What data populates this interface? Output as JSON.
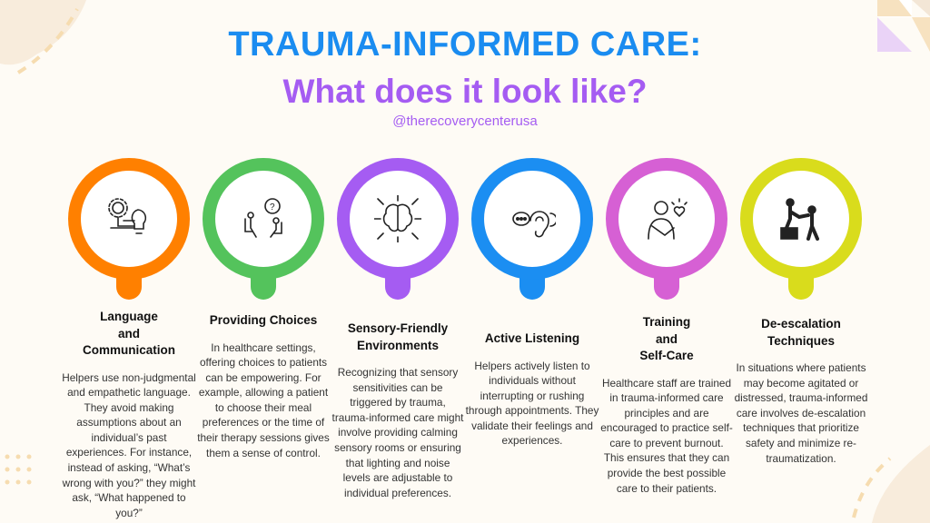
{
  "header": {
    "title_line1": "TRAUMA-INFORMED CARE:",
    "title_line2": "What does it look like?",
    "handle": "@therecoverycenterusa"
  },
  "colors": {
    "blue": "#1a8cf0",
    "purple": "#a55cf2",
    "background": "#fefbf5"
  },
  "items": [
    {
      "icon": "gear-lightbulb-circuit-icon",
      "color": "#ff8000",
      "heading": [
        "Language",
        "and",
        "Communication"
      ],
      "body": "Helpers use non-judgmental and empathetic language. They avoid making assumptions about an individual’s past experiences. For instance, instead of asking, “What’s wrong with you?” they might ask, “What happened to you?”"
    },
    {
      "icon": "two-people-conversation-icon",
      "color": "#54c35c",
      "heading": [
        "Providing Choices"
      ],
      "body": "In healthcare settings, offering choices to patients can be empowering. For example, allowing a patient to choose their meal preferences or the time of their therapy sessions gives them a sense of control."
    },
    {
      "icon": "brain-arrows-icon",
      "color": "#a55cf2",
      "heading": [
        "Sensory-Friendly",
        "Environments"
      ],
      "body": "Recognizing that sensory sensitivities can be triggered by trauma, trauma-informed care might involve providing calming sensory rooms or ensuring that lighting and noise levels are adjustable to individual preferences."
    },
    {
      "icon": "ear-speech-icon",
      "color": "#1b8ef2",
      "heading": [
        "Active Listening"
      ],
      "body": "Helpers actively listen to individuals without interrupting or rushing through appointments. They validate their feelings and experiences."
    },
    {
      "icon": "self-hug-heart-icon",
      "color": "#d660d4",
      "heading": [
        "Training",
        "and",
        "Self-Care"
      ],
      "body": "Healthcare staff are trained in trauma-informed care principles and are encouraged to practice self-care to prevent burnout. This ensures that they can provide the best possible care to their patients."
    },
    {
      "icon": "helping-hand-climb-icon",
      "color": "#d9dc1c",
      "heading": [
        "De-escalation",
        "Techniques"
      ],
      "body": "In situations where patients may become agitated or distressed, trauma-informed care involves de-escalation techniques that prioritize safety and minimize re-traumatization."
    }
  ]
}
